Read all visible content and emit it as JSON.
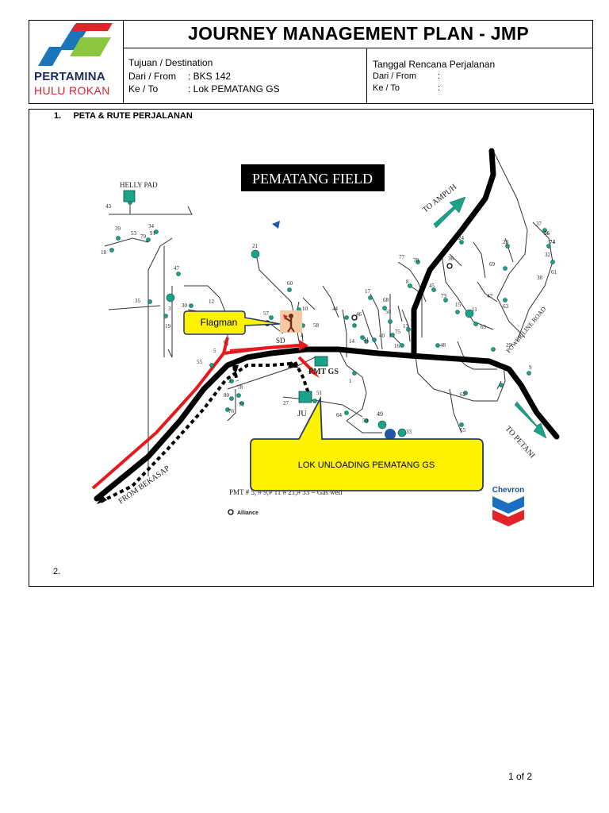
{
  "header": {
    "title": "JOURNEY MANAGEMENT PLAN - JMP",
    "logo": {
      "line1": "PERTAMINA",
      "line2": "HULU ROKAN",
      "colors": {
        "blue": "#1b75bb",
        "red": "#e2232a",
        "green": "#8cc63f"
      }
    },
    "destination": {
      "label": "Tujuan / Destination",
      "from_label": "Dari / From",
      "from_value": ": BKS 142",
      "to_label": "Ke / To",
      "to_value": ": Lok PEMATANG GS"
    },
    "plan_date": {
      "label": "Tanggal Rencana Perjalanan",
      "from_label": "Dari / From",
      "from_value": ":",
      "to_label": "Ke / To",
      "to_value": ":"
    }
  },
  "section1": {
    "title": "1.     PETA & RUTE PERJALANAN"
  },
  "map": {
    "field_title": "PEMATANG FIELD",
    "helly_pad": "HELLY PAD",
    "to_ampuh": "TO AMPUH",
    "to_petani": "TO PETANI",
    "from_bekasap": "FROM BEKASAP",
    "power_line_road": "POWER LINE ROAD",
    "pmt_gs": "PMT GS",
    "sd": "SD",
    "ju": "JU",
    "flagman_label": "Flagman",
    "unloading_label": "LOK UNLOADING PEMATANG GS",
    "legend_gas": "PMT # 5, # 9,# 11 # 21,# 33 = Gas well",
    "legend_alliance": "Alliance",
    "chevron": "Chevron",
    "well_numbers": [
      "43",
      "39",
      "53",
      "79",
      "34",
      "91",
      "18",
      "21",
      "60",
      "57",
      "10",
      "58",
      "47",
      "35",
      "3",
      "30",
      "12",
      "19",
      "55",
      "6",
      "5",
      "2",
      "78",
      "80",
      "76",
      "71",
      "27",
      "51",
      "1",
      "64",
      "59",
      "49",
      "33",
      "44",
      "46",
      "17",
      "68",
      "50",
      "14",
      "41",
      "40",
      "75",
      "16",
      "13",
      "77",
      "70",
      "36",
      "8",
      "45",
      "73",
      "15",
      "11",
      "65",
      "48",
      "24",
      "23",
      "69",
      "47",
      "29",
      "9",
      "62",
      "65",
      "37",
      "56",
      "74",
      "32",
      "61",
      "38",
      "63",
      "4"
    ],
    "colors": {
      "route_red": "#e8191c",
      "road_black": "#000000",
      "arrow_teal": "#1aa389",
      "callout_yellow": "#fff200",
      "callout_border": "#2b3a67"
    }
  },
  "section2": {
    "number": "2."
  },
  "footer": {
    "page": "1 of 2"
  }
}
